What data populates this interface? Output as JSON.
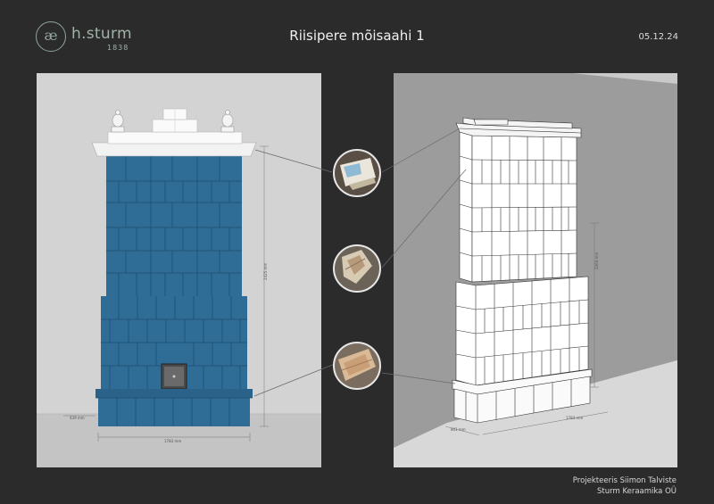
{
  "header": {
    "logo_text": "h.sturm",
    "logo_year": "1838",
    "logo_symbol": "æ",
    "title": "Riisipere mõisaahi 1",
    "date": "05.12.24"
  },
  "left_drawing": {
    "height_dim": "2425 mm",
    "width_dim": "1783 mm",
    "depth_dim": "439 mm",
    "tile_color": "#2f6c96"
  },
  "right_drawing": {
    "height_dim": "2264 mm",
    "width_dim": "1783 mm",
    "depth_dim": "801 mm"
  },
  "footer": {
    "line1": "Projekteeris Siimon Talviste",
    "line2": "Sturm Keraamika OÜ"
  }
}
